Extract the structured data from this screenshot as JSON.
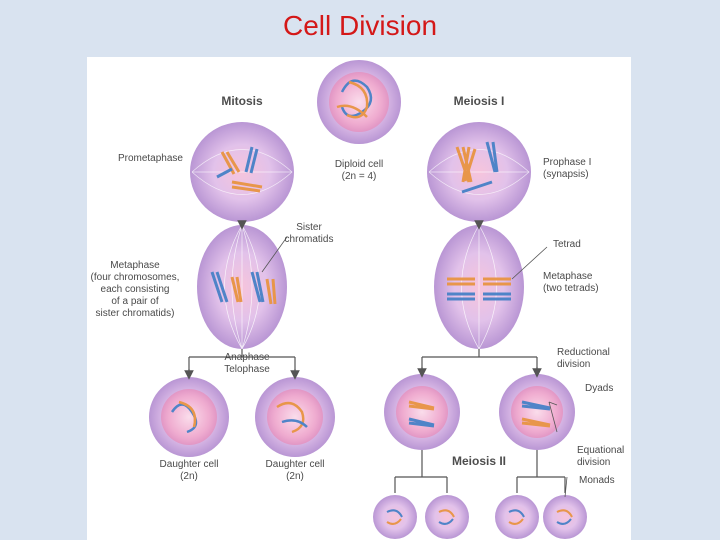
{
  "title": "Cell Division",
  "headers": {
    "mitosis": "Mitosis",
    "meiosis1": "Meiosis I",
    "meiosis2": "Meiosis II"
  },
  "labels": {
    "prometaphase": "Prometaphase",
    "diploid_line1": "Diploid cell",
    "diploid_line2": "(2n = 4)",
    "prophase1_line1": "Prophase I",
    "prophase1_line2": "(synapsis)",
    "sister_line1": "Sister",
    "sister_line2": "chromatids",
    "tetrad": "Tetrad",
    "metaphase_left": [
      "Metaphase",
      "(four chromosomes,",
      "each consisting",
      "of a pair of",
      "sister chromatids)"
    ],
    "metaphase_right_line1": "Metaphase",
    "metaphase_right_line2": "(two tetrads)",
    "anaphase": "Anaphase",
    "telophase": "Telophase",
    "reductional_line1": "Reductional",
    "reductional_line2": "division",
    "dyads": "Dyads",
    "daughter_left_line1": "Daughter cell",
    "daughter_left_line2": "(2n)",
    "daughter_right_line1": "Daughter cell",
    "daughter_right_line2": "(2n)",
    "equational_line1": "Equational",
    "equational_line2": "division",
    "monads": "Monads"
  },
  "colors": {
    "title": "#d41818",
    "cell_fill": "#d7bde6",
    "cell_core": "#f3b4d2",
    "arrow": "#555555",
    "chrom_orange": "#e8964a",
    "chrom_blue": "#4f84c8"
  }
}
